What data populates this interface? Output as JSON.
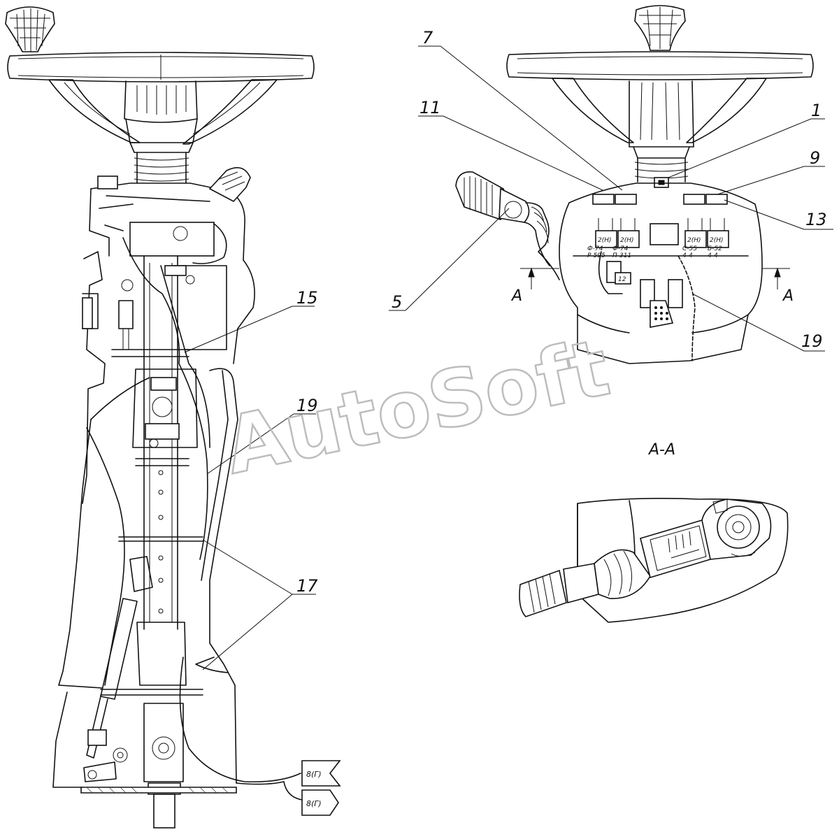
{
  "drawing": {
    "callouts": {
      "c1": "1",
      "c5": "5",
      "c7": "7",
      "c9": "9",
      "c11": "11",
      "c13": "13",
      "c15": "15",
      "c17": "17",
      "c19_left": "19",
      "c19_right": "19"
    },
    "section_marks": {
      "left": "A",
      "right": "A"
    },
    "section_title": "A-A",
    "connector_tags": {
      "top": "8(Г)",
      "bottom": "8(Г)"
    },
    "connector_labels": {
      "k1": "2(Н)",
      "k2": "2(Н)",
      "k3": "2(Н)",
      "k4": "2(Н)",
      "n1": "Ф-74",
      "n2": "Р-595",
      "n3": "Ф-74",
      "n4": "П-311",
      "n5": "С-55",
      "n6": "4-4",
      "n7": "Б-52",
      "n8": "4-4",
      "n9": "12"
    },
    "watermark": "AutoSoft"
  }
}
